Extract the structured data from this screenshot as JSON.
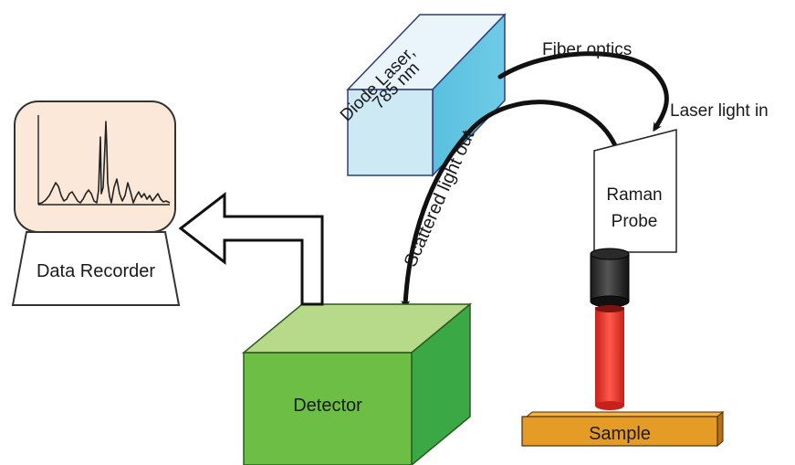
{
  "laser": {
    "line1": "Diode Laser,",
    "line2": "785 nm"
  },
  "fiber_label": "Fiber optics",
  "laser_in_label": "Laser light in",
  "scattered_label": "Scattered light out",
  "probe": {
    "line1": "Raman",
    "line2": "Probe"
  },
  "recorder_label": "Data Recorder",
  "detector_label": "Detector",
  "sample_label": "Sample",
  "colors": {
    "laser_front": "#cfe9f3",
    "laser_top": "#e6f4fa",
    "laser_side": "#5cc3e0",
    "detector_front": "#6dbe45",
    "detector_top": "#b5d98a",
    "detector_side": "#3aa845",
    "sample_top": "#e6a02a",
    "beam": "#e8352a",
    "recorder_screen": "#fbe7d6"
  }
}
